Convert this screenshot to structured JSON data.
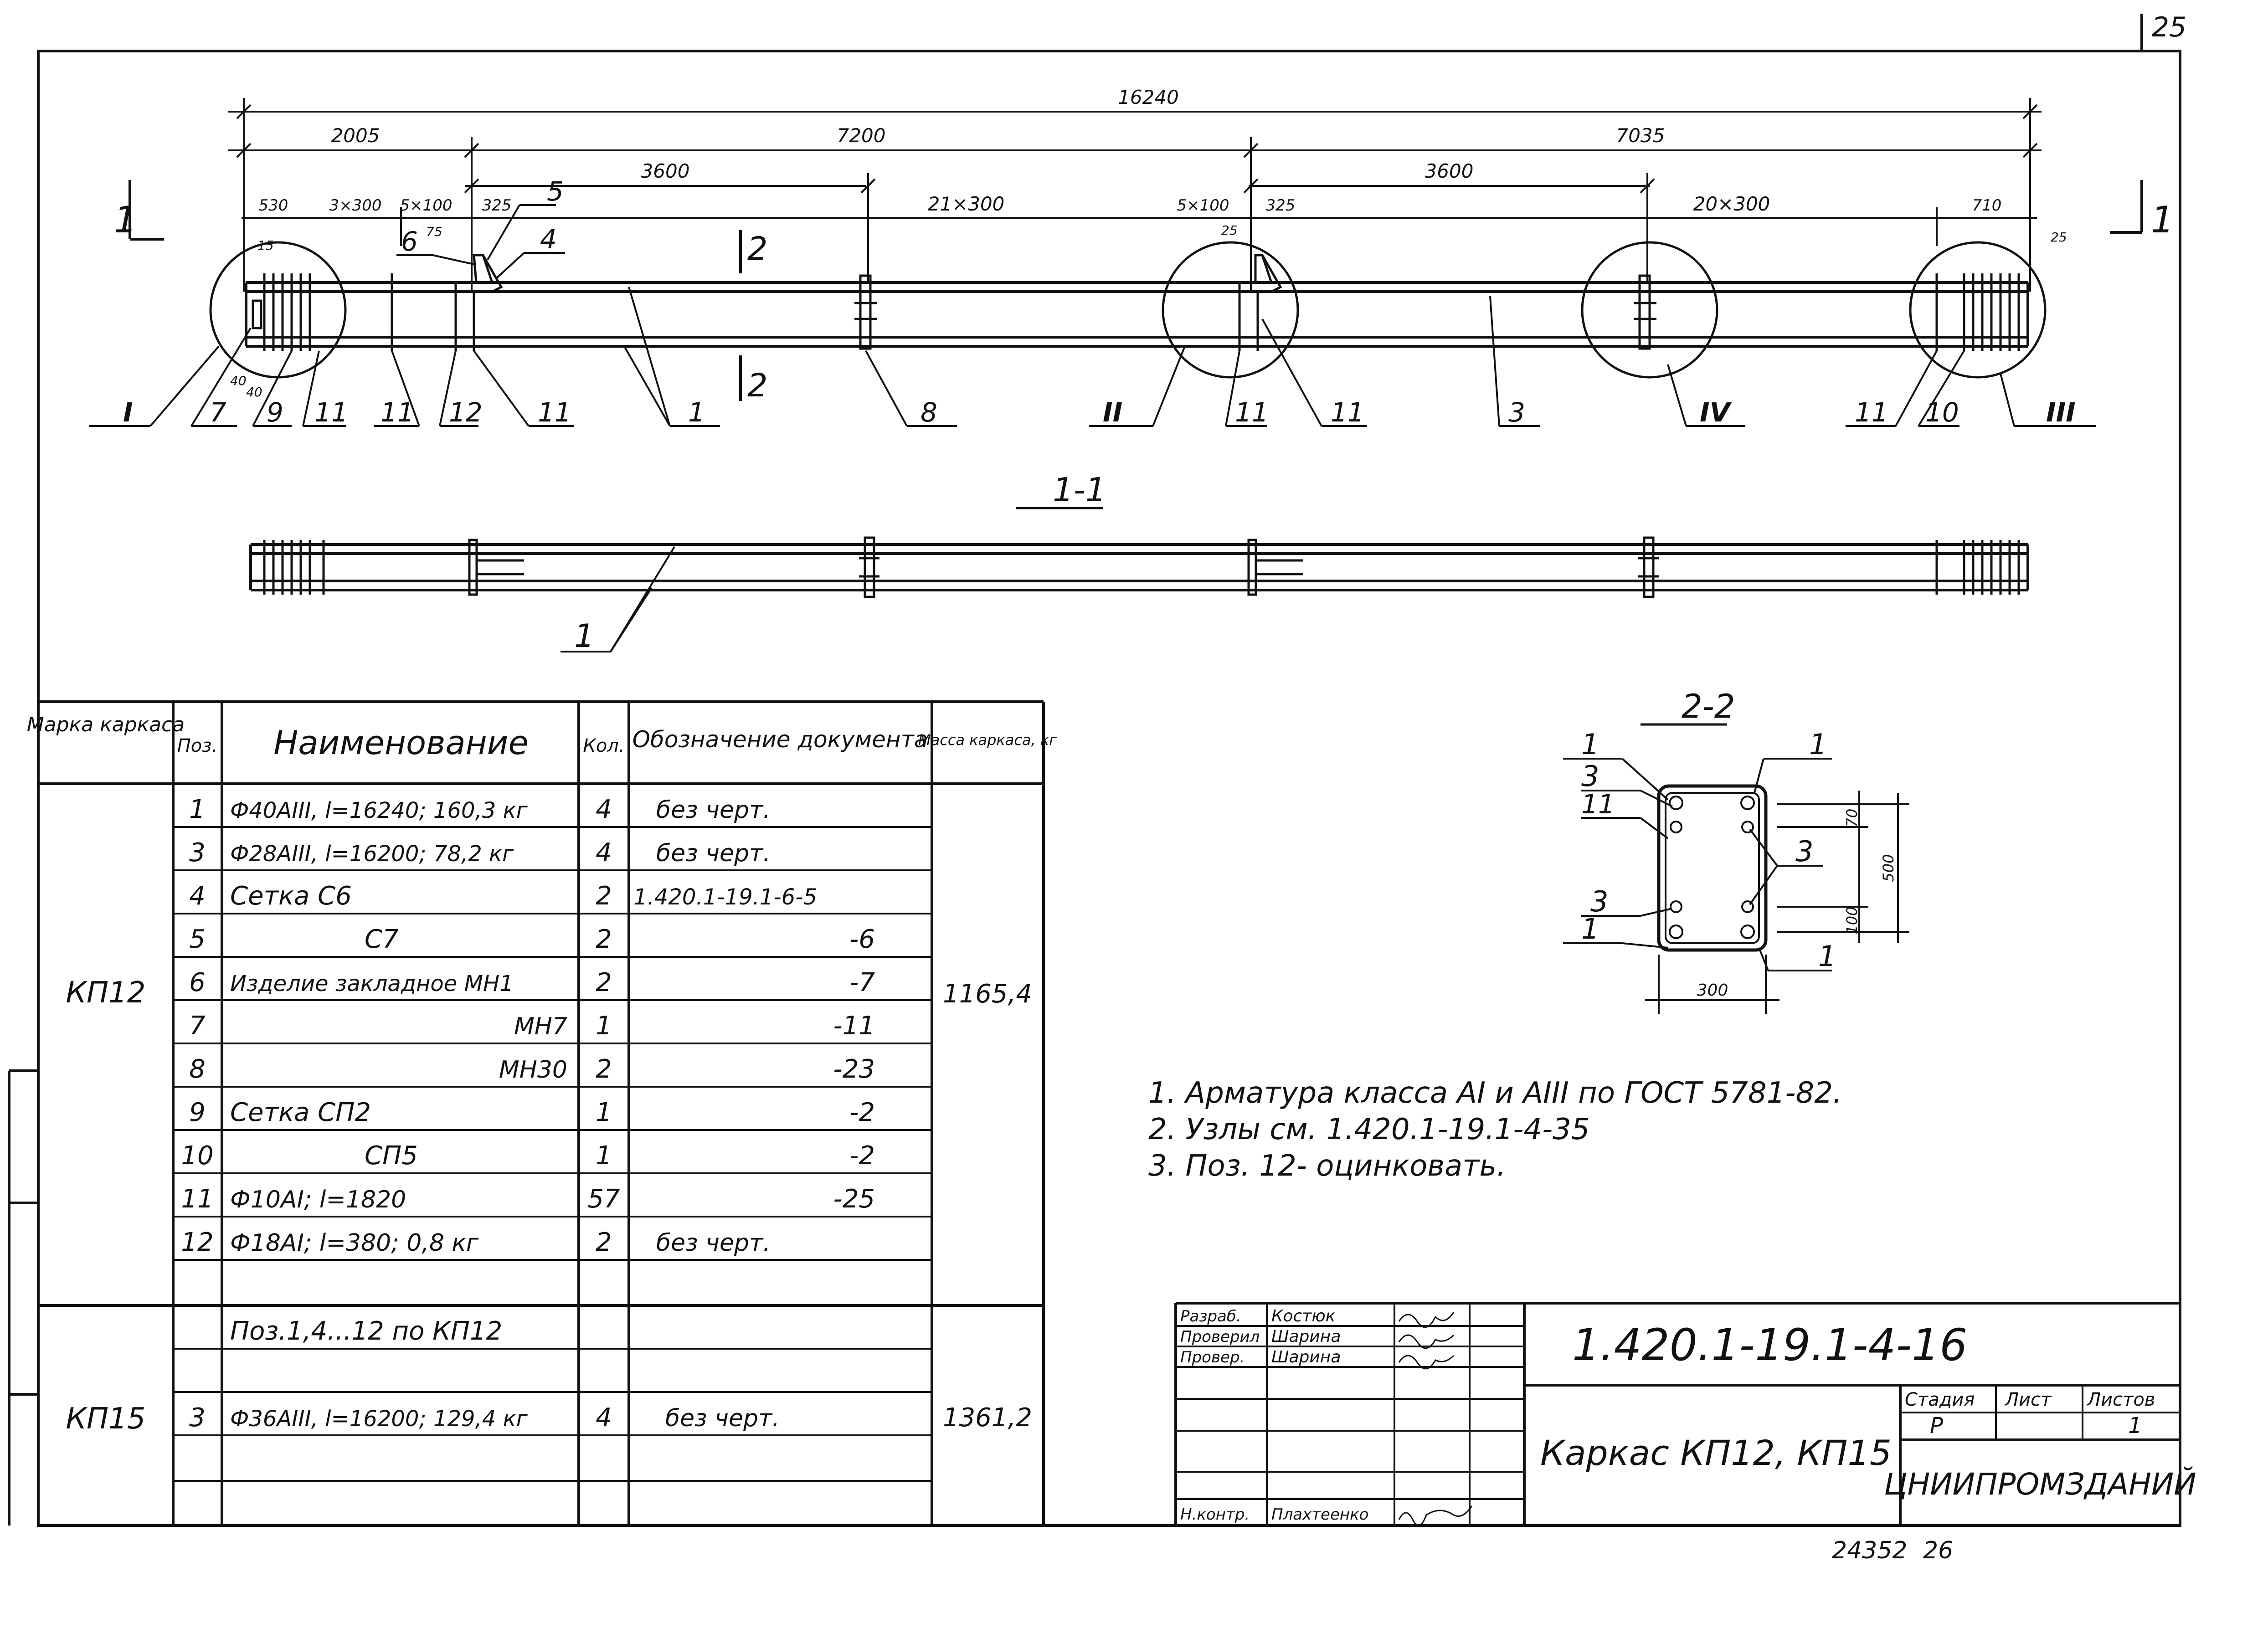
{
  "sheet_number": "25",
  "bottom_codes": [
    "24352",
    "26"
  ],
  "elevation": {
    "dims_top": [
      "16240"
    ],
    "dims_second": [
      "2005",
      "7200",
      "7035"
    ],
    "dims_third": [
      "3600",
      "3600"
    ],
    "dims_fourth": [
      "530",
      "3×300",
      "5×100",
      "325",
      "21×300",
      "5×100",
      "325",
      "20×300",
      "710"
    ],
    "dims_small": [
      "15",
      "40",
      "40",
      "75",
      "25",
      "25"
    ],
    "section_marks": [
      "1",
      "1",
      "2",
      "2"
    ],
    "callouts_top": [
      "6",
      "5",
      "4"
    ],
    "callouts_bottom": [
      "I",
      "7",
      "9",
      "11",
      "11",
      "12",
      "11",
      "1",
      "8",
      "II",
      "11",
      "11",
      "3",
      "IV",
      "11",
      "10",
      "III"
    ]
  },
  "section_1_1": {
    "title": "1-1",
    "callout": "1"
  },
  "section_2_2": {
    "title": "2-2",
    "callouts_left": [
      "1",
      "3",
      "11",
      "3",
      "1"
    ],
    "callouts_right": [
      "1",
      "3",
      "1"
    ],
    "dims": [
      "70",
      "500",
      "100",
      "300"
    ]
  },
  "notes": [
    "1. Арматура класса AI и AIII по ГОСТ 5781-82.",
    "2. Узлы см. 1.420.1-19.1-4-35",
    "3. Поз. 12- оцинковать."
  ],
  "spec_table": {
    "headers": [
      "Марка каркаса",
      "Поз.",
      "Наименование",
      "Кол.",
      "Обозначение документа",
      "Масса каркаса, кг"
    ],
    "groups": [
      {
        "mark": "КП12",
        "mass": "1165,4",
        "rows": [
          {
            "pos": "1",
            "name": "Ф40AIII, l=16240; 160,3 кг",
            "qty": "4",
            "doc": "без черт."
          },
          {
            "pos": "3",
            "name": "Ф28AIII, l=16200; 78,2 кг",
            "qty": "4",
            "doc": "без черт."
          },
          {
            "pos": "4",
            "name": "Сетка С6",
            "qty": "2",
            "doc": "1.420.1-19.1-6-5"
          },
          {
            "pos": "5",
            "name": "С7",
            "qty": "2",
            "doc": "-6"
          },
          {
            "pos": "6",
            "name": "Изделие закладное МН1",
            "qty": "2",
            "doc": "-7"
          },
          {
            "pos": "7",
            "name": "МН7",
            "qty": "1",
            "doc": "-11"
          },
          {
            "pos": "8",
            "name": "МН30",
            "qty": "2",
            "doc": "-23"
          },
          {
            "pos": "9",
            "name": "Сетка СП2",
            "qty": "1",
            "doc": "-2"
          },
          {
            "pos": "10",
            "name": "СП5",
            "qty": "1",
            "doc": "-2"
          },
          {
            "pos": "11",
            "name": "Ф10AI; l=1820",
            "qty": "57",
            "doc": "-25"
          },
          {
            "pos": "12",
            "name": "Ф18AI; l=380; 0,8 кг",
            "qty": "2",
            "doc": "без черт."
          },
          {
            "pos": "",
            "name": "",
            "qty": "",
            "doc": ""
          }
        ]
      },
      {
        "mark": "КП15",
        "mass": "1361,2",
        "rows": [
          {
            "pos": "",
            "name": "Поз.1,4...12 по КП12",
            "qty": "",
            "doc": ""
          },
          {
            "pos": "",
            "name": "",
            "qty": "",
            "doc": ""
          },
          {
            "pos": "3",
            "name": "Ф36AIII, l=16200; 129,4 кг",
            "qty": "4",
            "doc": "без черт."
          },
          {
            "pos": "",
            "name": "",
            "qty": "",
            "doc": ""
          }
        ]
      }
    ]
  },
  "title_block": {
    "roles": [
      "Разраб.",
      "Проверил",
      "Провер.",
      "",
      "",
      "",
      "Н.контр."
    ],
    "names": [
      "Костюк",
      "Шарина",
      "Шарина",
      "",
      "",
      "",
      "Плахтеенко"
    ],
    "document_code": "1.420.1-19.1-4-16",
    "title": "Каркас КП12, КП15",
    "stage_label": "Стадия",
    "sheet_label": "Лист",
    "sheets_label": "Листов",
    "stage": "Р",
    "sheets": "1",
    "organization": "ЦНИИПРОМЗДАНИЙ"
  }
}
